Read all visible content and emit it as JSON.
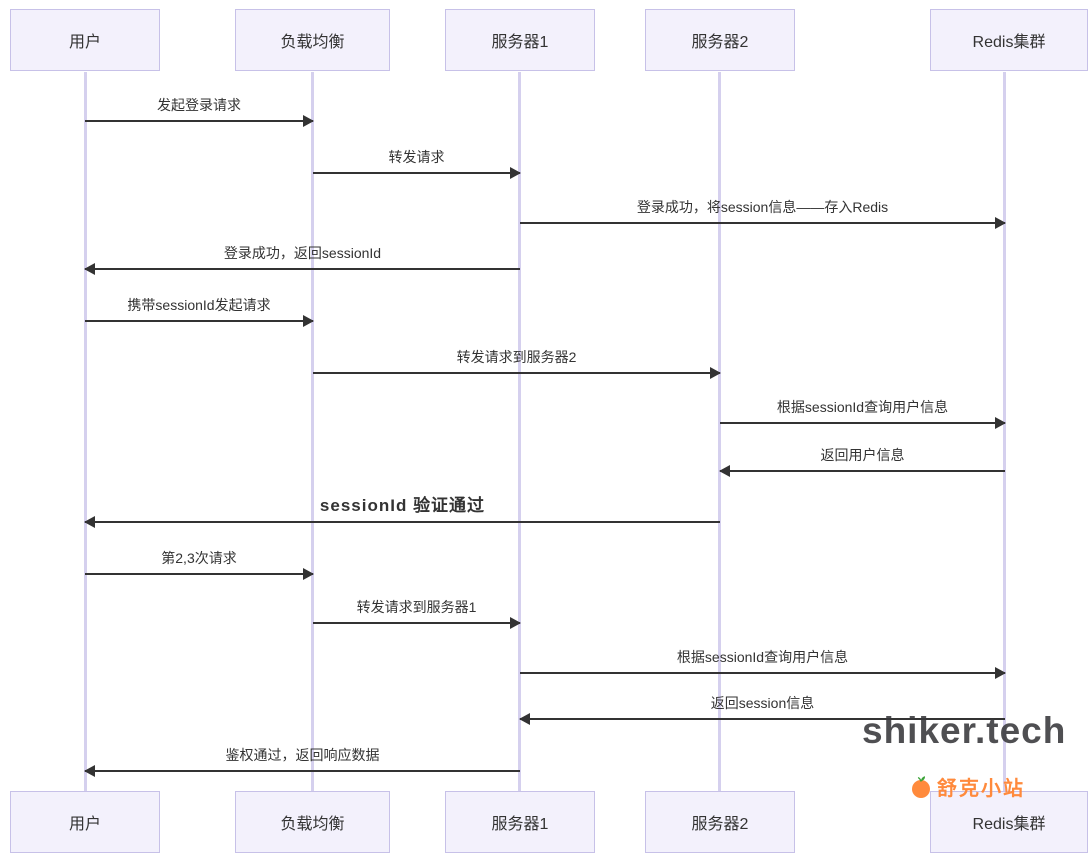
{
  "participants": [
    {
      "label": "用户"
    },
    {
      "label": "负载均衡"
    },
    {
      "label": "服务器1"
    },
    {
      "label": "服务器2"
    },
    {
      "label": "Redis集群"
    }
  ],
  "messages": [
    {
      "from": "用户",
      "to": "负载均衡",
      "label": "发起登录请求"
    },
    {
      "from": "负载均衡",
      "to": "服务器1",
      "label": "转发请求"
    },
    {
      "from": "服务器1",
      "to": "Redis集群",
      "label": "登录成功，将session信息——存入Redis"
    },
    {
      "from": "服务器1",
      "to": "用户",
      "label": "登录成功，返回sessionId"
    },
    {
      "from": "用户",
      "to": "负载均衡",
      "label": "携带sessionId发起请求"
    },
    {
      "from": "负载均衡",
      "to": "服务器2",
      "label": "转发请求到服务器2"
    },
    {
      "from": "服务器2",
      "to": "Redis集群",
      "label": "根据sessionId查询用户信息"
    },
    {
      "from": "Redis集群",
      "to": "服务器2",
      "label": "返回用户信息"
    },
    {
      "from": "服务器2",
      "to": "用户",
      "label": "sessionId 验证通过"
    },
    {
      "from": "用户",
      "to": "负载均衡",
      "label": "第2,3次请求"
    },
    {
      "from": "负载均衡",
      "to": "服务器1",
      "label": "转发请求到服务器1"
    },
    {
      "from": "服务器1",
      "to": "Redis集群",
      "label": "根据sessionId查询用户信息"
    },
    {
      "from": "Redis集群",
      "to": "服务器1",
      "label": "返回session信息"
    },
    {
      "from": "服务器1",
      "to": "用户",
      "label": "鉴权通过，返回响应数据"
    }
  ],
  "watermark": {
    "text": "shiker.tech"
  },
  "logo": {
    "text": "舒克小站"
  },
  "colors": {
    "box_fill": "#f3f1fc",
    "box_border": "#c7c1e8",
    "lifeline": "#d5d0ee",
    "arrow": "#333333",
    "logo_orange": "#ff8a3c",
    "leaf_green": "#3aa337"
  }
}
